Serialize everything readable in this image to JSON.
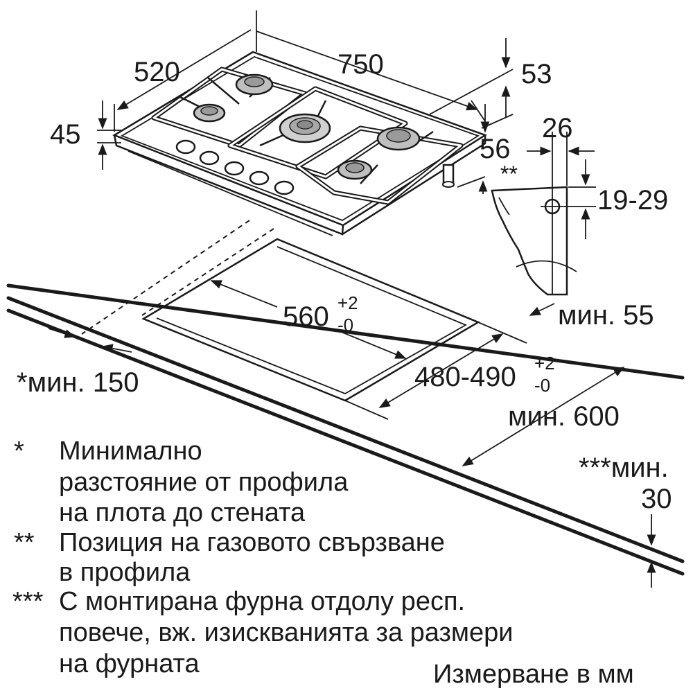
{
  "hob_dimensions": {
    "depth": "520",
    "width": "750",
    "rear_offset": "53",
    "height_front": "45",
    "height_right": "56"
  },
  "profile_detail": {
    "marker": "**",
    "connection_offset": "26",
    "connection_height": "19-29"
  },
  "cutout": {
    "width": "560",
    "width_tol_plus": "+2",
    "width_tol_minus": "-0",
    "depth": "480-490",
    "depth_tol_plus": "+2",
    "depth_tol_minus": "-0"
  },
  "clearances": {
    "front_edge": "мин. 55",
    "side_wall": "*мин. 150",
    "countertop_depth": "мин. 600",
    "below_prefix": "***мин.",
    "below_value": "30"
  },
  "notes": [
    {
      "marker": "*",
      "lines": [
        "Минимално",
        "разстояние от профила",
        "на плота до стената"
      ]
    },
    {
      "marker": "**",
      "lines": [
        "Позиция на газовото свързване",
        "в профила"
      ]
    },
    {
      "marker": "***",
      "lines": [
        "С монтирана фурна отдолу респ.",
        "повече, вж. изискванията за размери",
        "на фурната"
      ]
    }
  ],
  "units_caption": "Измерване в мм"
}
